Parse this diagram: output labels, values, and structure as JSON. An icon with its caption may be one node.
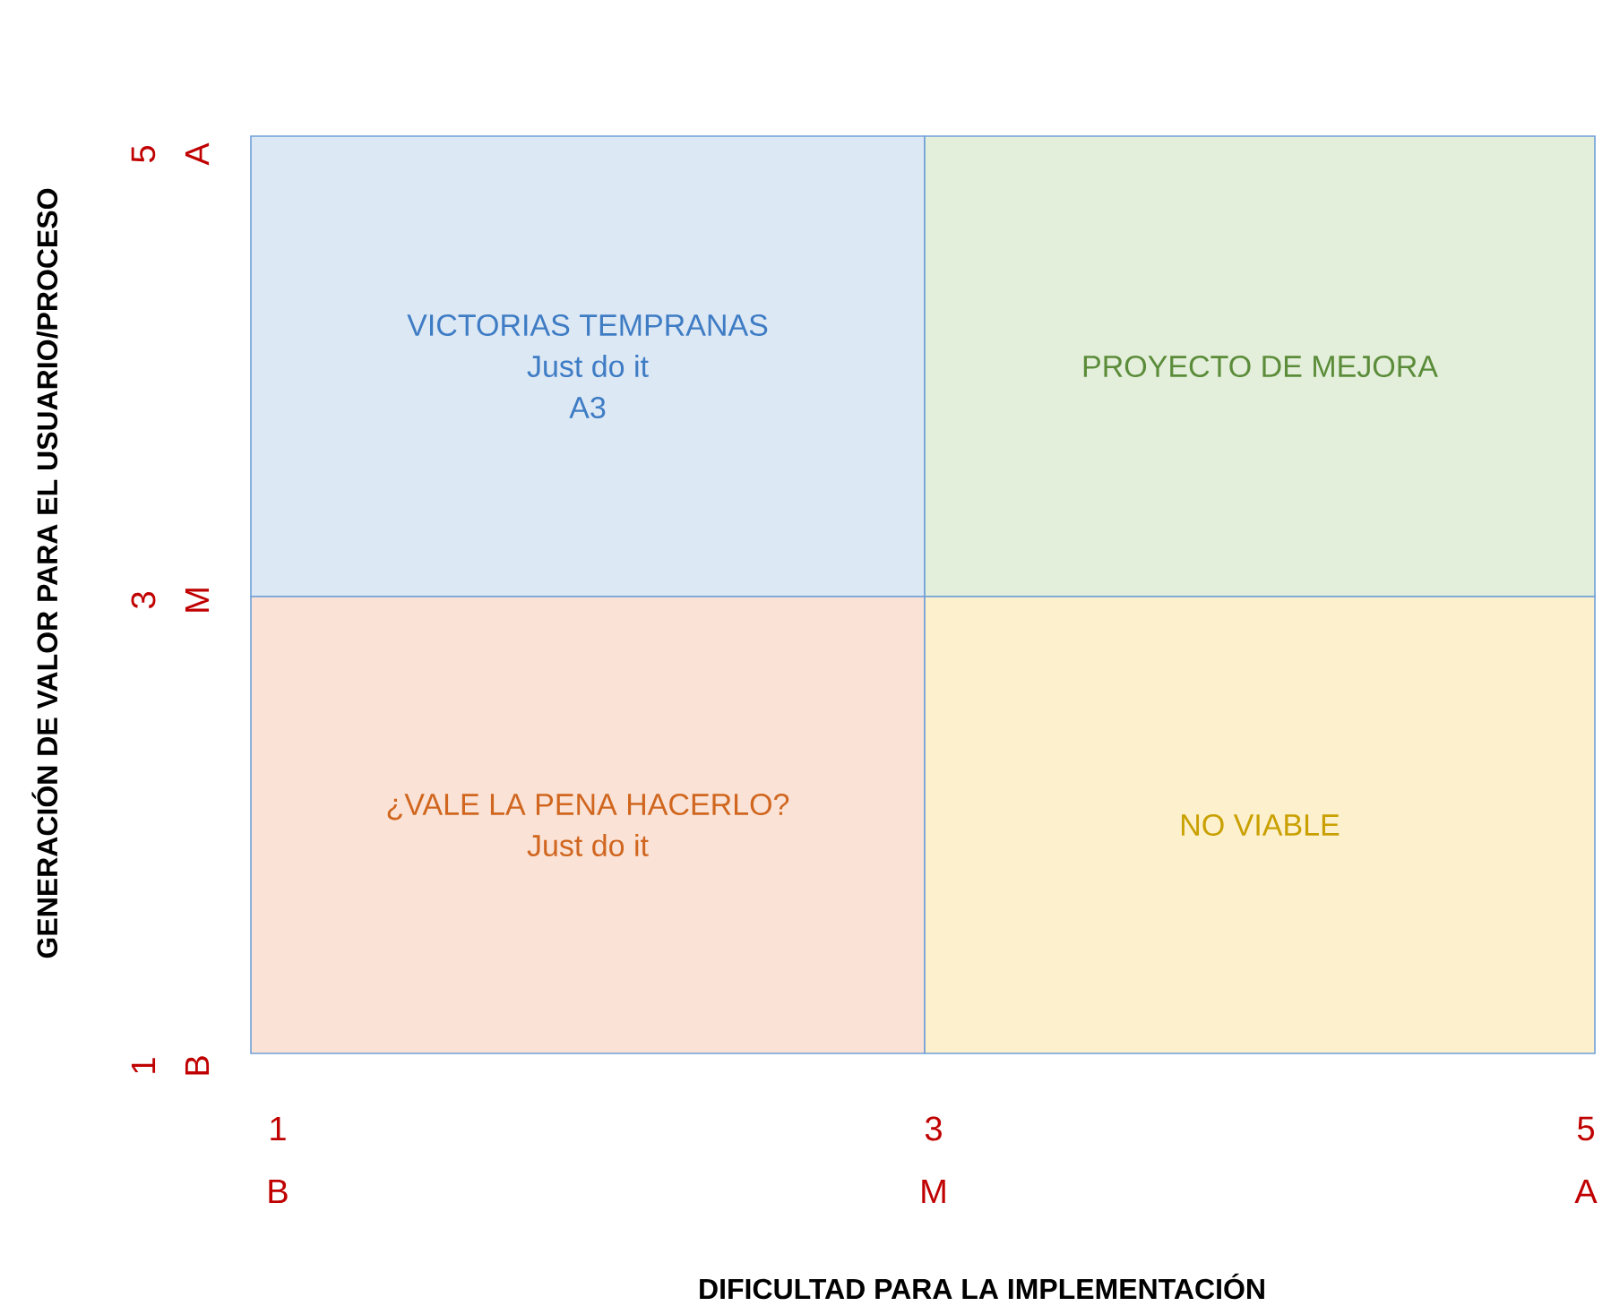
{
  "diagram": {
    "nodes": [
      {
        "text": [
          "VICTORIAS TEMPRANAS",
          "Just do it",
          "A3"
        ]
      },
      {
        "text": [
          "PROYECTO DE MEJORA"
        ]
      },
      {
        "text": [
          "¿VALE LA PENA HACERLO?",
          "Just do it"
        ]
      },
      {
        "text": [
          "NO VIABLE"
        ]
      }
    ],
    "labels": [
      "GENERACIÓN DE VALOR PARA EL USUARIO/PROCESO",
      "5",
      "A",
      "3",
      "M",
      "1",
      "B",
      "1",
      "B",
      "3",
      "M",
      "5",
      "A",
      "DIFICULTAD PARA LA IMPLEMENTACIÓN"
    ]
  }
}
